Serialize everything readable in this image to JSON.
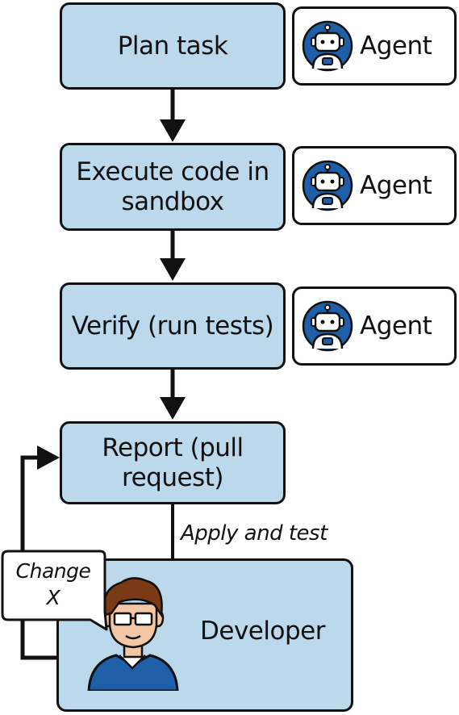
{
  "steps": [
    {
      "line1": "Plan task",
      "line2": ""
    },
    {
      "line1": "Execute code in",
      "line2": "sandbox"
    },
    {
      "line1": "Verify (run tests)",
      "line2": ""
    },
    {
      "line1": "Report (pull",
      "line2": "request)"
    }
  ],
  "agent_label": "Agent",
  "agent_icon": "robot-icon",
  "edge_label": "Apply and test",
  "developer": {
    "label": "Developer",
    "icon": "developer-avatar-icon",
    "speech_line1": "Change",
    "speech_line2": "X"
  },
  "colors": {
    "step_fill": "#bcd9ec",
    "outline": "#111111",
    "icon_blue": "#1f5fa8",
    "badge_fill": "#ffffff"
  }
}
